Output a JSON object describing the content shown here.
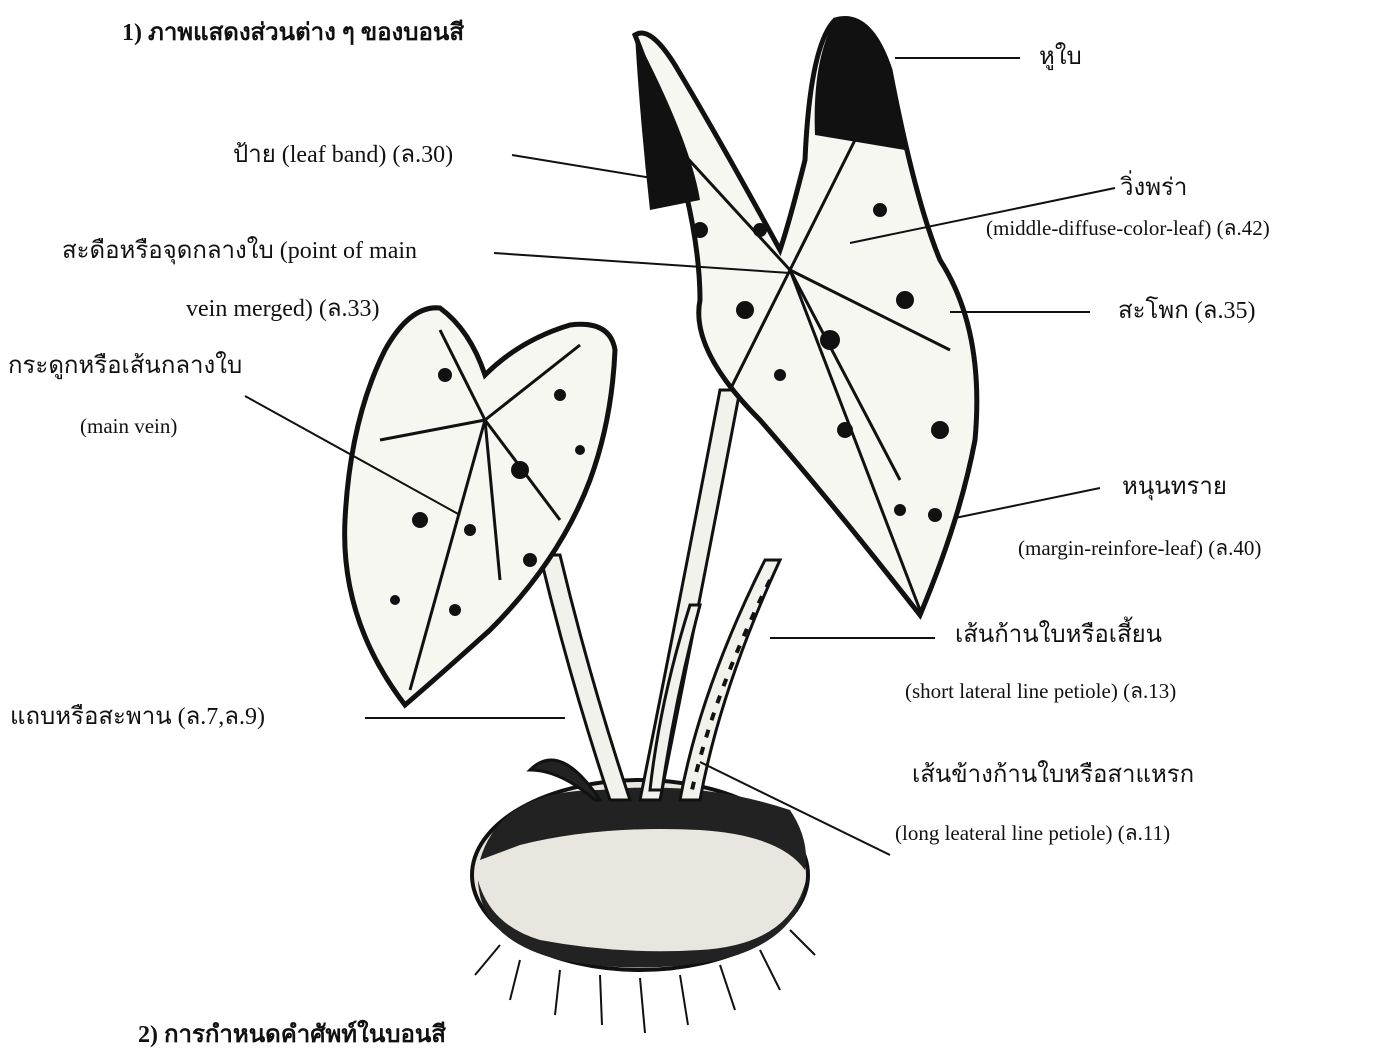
{
  "headings": {
    "section1": "1)  ภาพแสดงส่วนต่าง ๆ ของบอนสี",
    "section2": "2)  การกำหนดคำศัพท์ในบอนสี"
  },
  "labels": {
    "hu_bai": "หูใบ",
    "pai": "ป้าย (leaf band)  (ล.30)",
    "wing_phra_th": "วิ่งพร่า",
    "wing_phra_en": "(middle-diffuse-color-leaf)  (ล.42)",
    "sa_khue_1": "สะดือหรือจุดกลางใบ (point of main",
    "sa_khue_2": "vein merged)  (ล.33)",
    "sa_phok": "สะโพก (ล.35)",
    "kraduk_th": "กระดูกหรือเส้นกลางใบ",
    "kraduk_en": "(main vein)",
    "nunsai_th": "หนุนทราย",
    "nunsai_en": "(margin-reinfore-leaf)  (ล.40)",
    "sen_kan_th": "เส้นก้านใบหรือเสี้ยน",
    "sen_kan_en": "(short lateral line petiole)  (ล.13)",
    "thaep": "แถบหรือสะพาน  (ล.7,ล.9)",
    "sen_khang_th": "เส้นข้างก้านใบหรือสาแหรก",
    "sen_khang_en": "(long leateral line petiole)  (ล.11)"
  },
  "colors": {
    "ink": "#111111",
    "leaf": "#f7f7f2",
    "tuber": "#e9e6df"
  }
}
